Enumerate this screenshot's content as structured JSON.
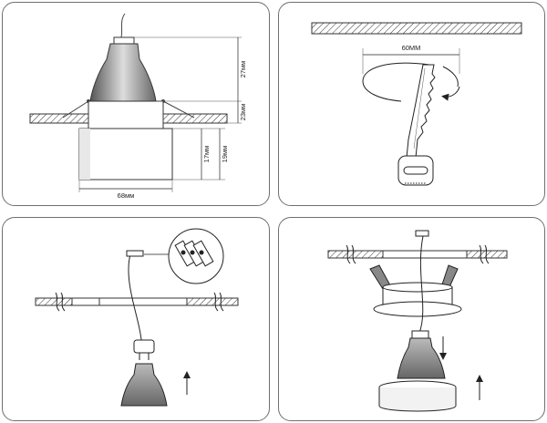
{
  "dimensions": {
    "height_top": "27мм",
    "height_mid": "23мм",
    "height_inner": "17мм",
    "height_outer": "19мм",
    "width": "68мм"
  },
  "cutout": {
    "diameter": "60MM"
  }
}
